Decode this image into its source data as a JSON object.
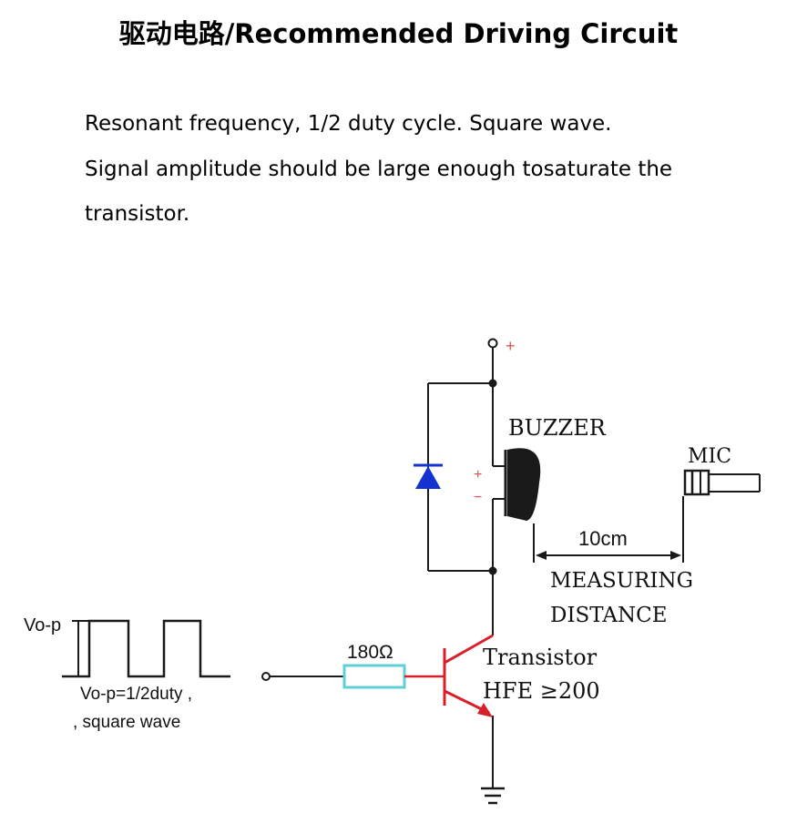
{
  "title": "驱动电路/Recommended Driving Circuit",
  "description": {
    "line1": "Resonant frequency, 1/2 duty cycle. Square wave.",
    "line2": "Signal amplitude should be large enough tosaturate the",
    "line3": "transistor."
  },
  "circuit": {
    "supply_label": "+",
    "buzzer_label": "BUZZER",
    "buzzer_plus": "+",
    "buzzer_minus": "−",
    "mic_label": "MIC",
    "distance_label": "10cm",
    "measuring_line1": "MEASURING",
    "measuring_line2": "DISTANCE",
    "resistor_label": "180Ω",
    "transistor_line1": "Transistor",
    "transistor_line2": "HFE ≥200",
    "signal_amp_label": "Vo-p",
    "signal_desc_line1": "Vo-p=1/2duty ,",
    "signal_desc_line2": ", square wave",
    "colors": {
      "wire": "#1a1a1a",
      "transistor": "#d8202a",
      "resistor": "#5fd0d8",
      "diode": "#1432d0",
      "polarity": "#e05050"
    }
  }
}
